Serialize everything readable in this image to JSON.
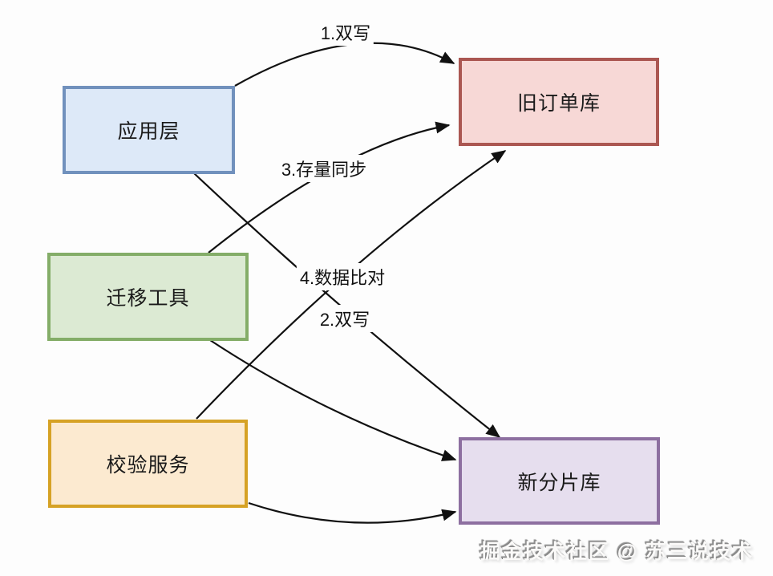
{
  "diagram": {
    "type": "architecture-flow",
    "background_color": "#fdfdfd",
    "edge_color": "#111111",
    "nodes": [
      {
        "id": "app-layer",
        "label": "应用层",
        "fill": "#dde9f8",
        "border": "#7191bd"
      },
      {
        "id": "old-order-db",
        "label": "旧订单库",
        "fill": "#f7d8d6",
        "border": "#ab5752"
      },
      {
        "id": "migration-tool",
        "label": "迁移工具",
        "fill": "#dcead3",
        "border": "#84ad68"
      },
      {
        "id": "validation-service",
        "label": "校验服务",
        "fill": "#fcead0",
        "border": "#d6a225"
      },
      {
        "id": "new-shard-db",
        "label": "新分片库",
        "fill": "#e6deee",
        "border": "#8d6fa0"
      }
    ],
    "edges": [
      {
        "from": "app-layer",
        "to": "old-order-db",
        "label": "1.双写"
      },
      {
        "from": "app-layer",
        "to": "new-shard-db",
        "label": "2.双写"
      },
      {
        "from": "migration-tool",
        "to": "old-order-db",
        "label": "3.存量同步"
      },
      {
        "from": "validation-service",
        "to": "old-order-db",
        "label": "4.数据比对"
      },
      {
        "from": "migration-tool",
        "to": "new-shard-db",
        "label": ""
      },
      {
        "from": "validation-service",
        "to": "new-shard-db",
        "label": ""
      }
    ]
  },
  "watermark": {
    "text": "掘金技术社区 @ 苏三说技术"
  }
}
